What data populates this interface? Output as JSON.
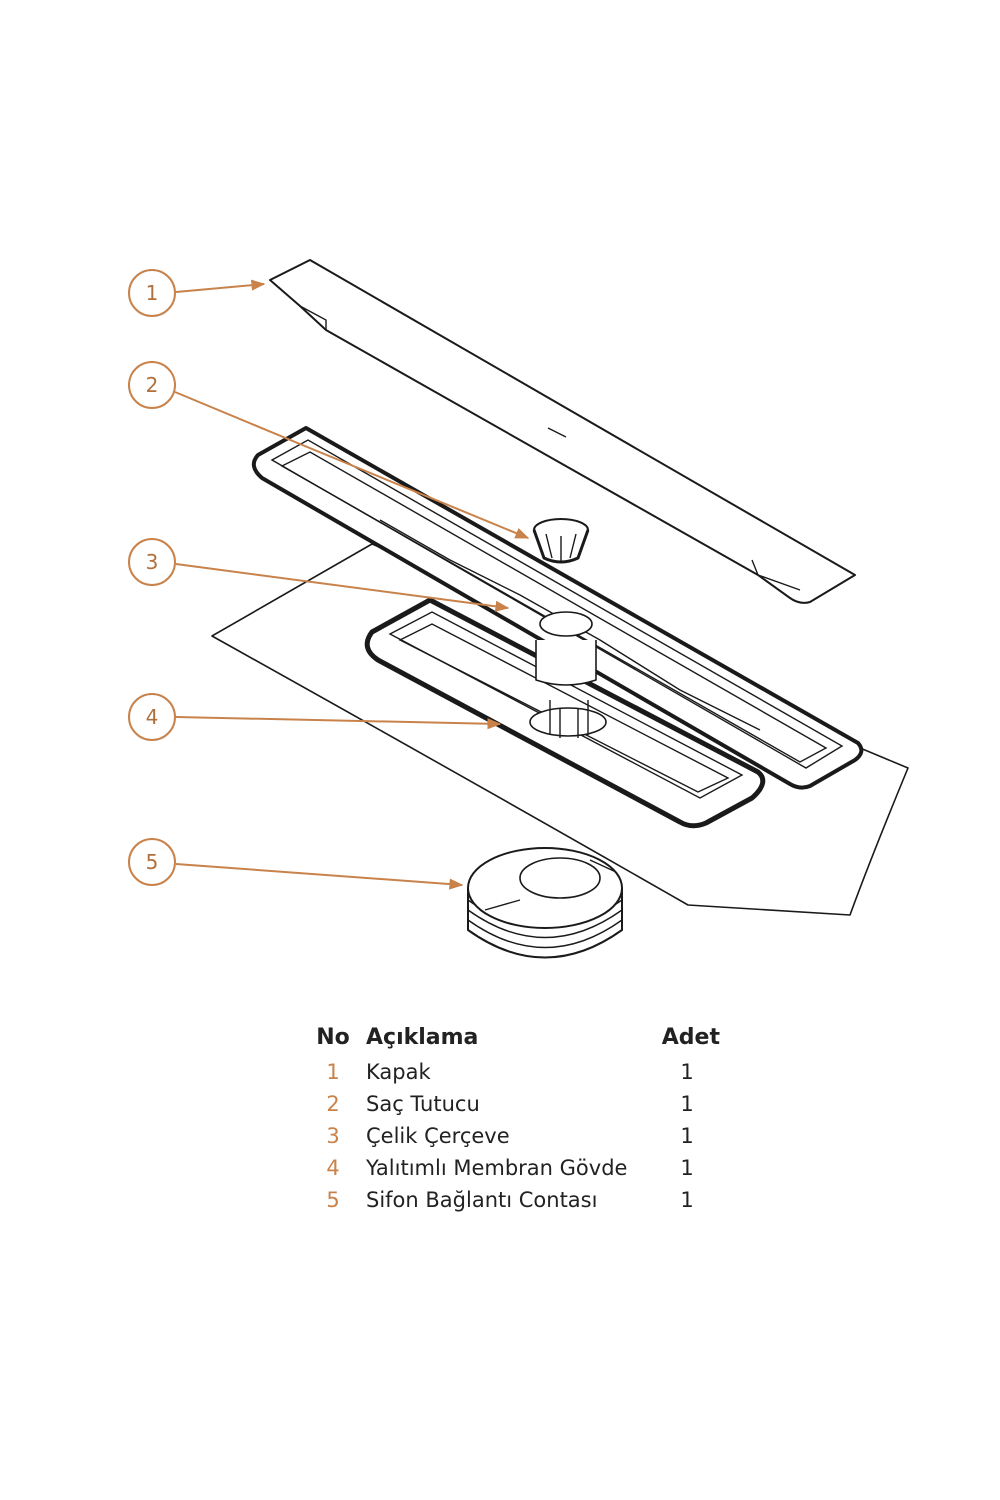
{
  "callouts": [
    "1",
    "2",
    "3",
    "4",
    "5"
  ],
  "colors": {
    "accent": "#c8824a",
    "line": "#1a1a1a",
    "text": "#222222"
  },
  "table": {
    "headers": {
      "no": "No",
      "description": "Açıklama",
      "qty": "Adet"
    },
    "rows": [
      {
        "no": "1",
        "description": "Kapak",
        "qty": "1"
      },
      {
        "no": "2",
        "description": "Saç Tutucu",
        "qty": "1"
      },
      {
        "no": "3",
        "description": "Çelik Çerçeve",
        "qty": "1"
      },
      {
        "no": "4",
        "description": "Yalıtımlı Membran Gövde",
        "qty": "1"
      },
      {
        "no": "5",
        "description": "Sifon Bağlantı Contası",
        "qty": "1"
      }
    ]
  }
}
